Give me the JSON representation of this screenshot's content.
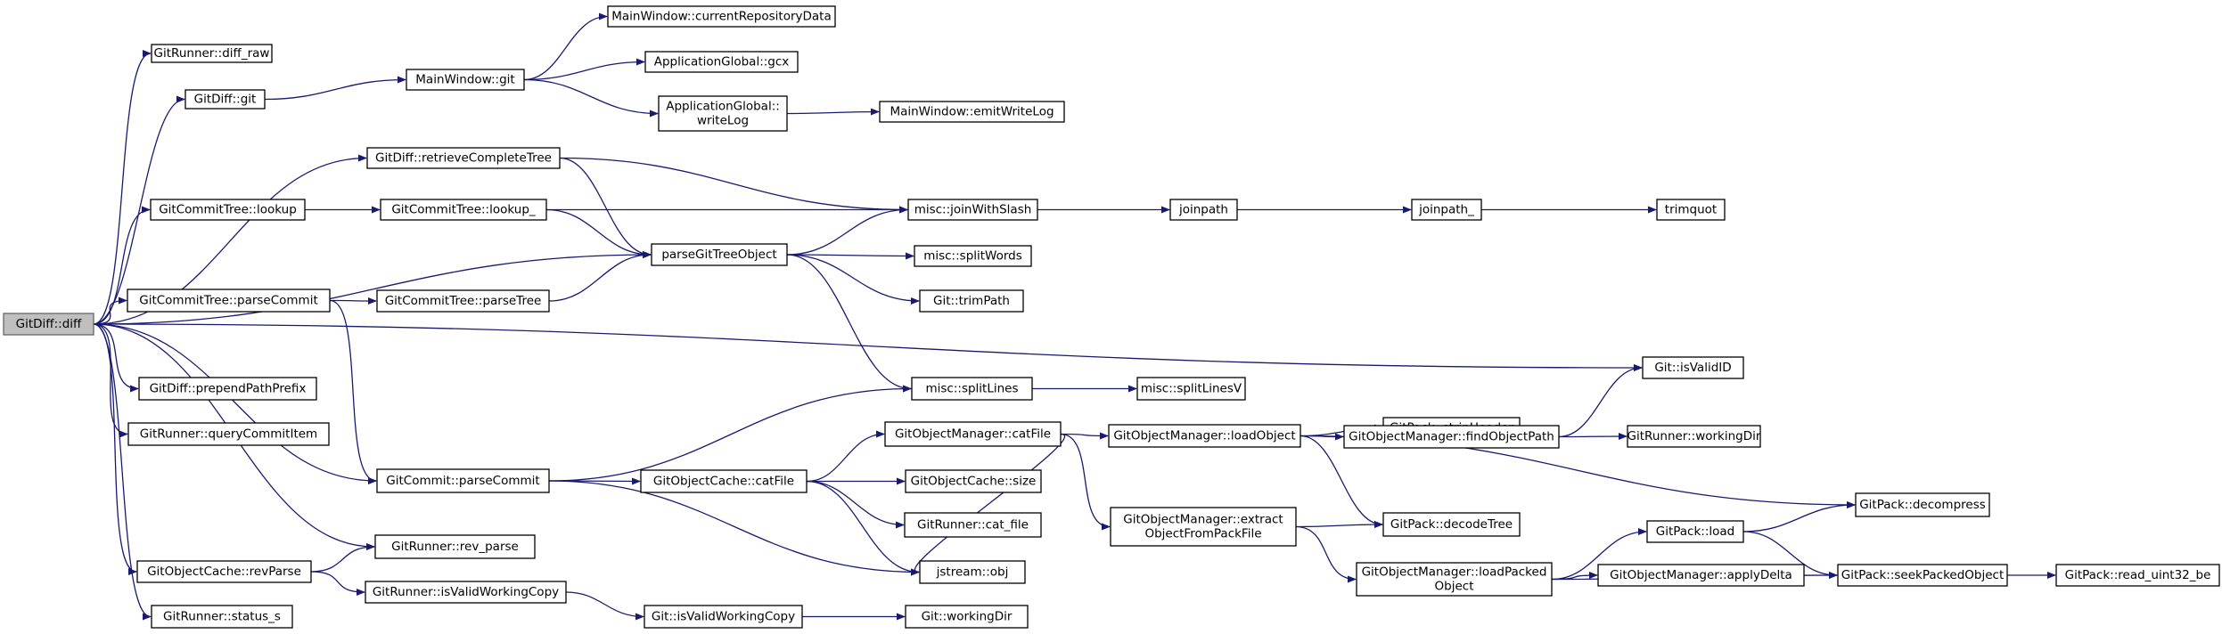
{
  "colors": {
    "edge": "#191970",
    "root_fill": "#bfbfbf",
    "node_fill": "#ffffff"
  },
  "nodes": [
    {
      "id": "diff",
      "lines": [
        "GitDiff::diff"
      ],
      "root": true
    },
    {
      "id": "diff_raw",
      "lines": [
        "GitRunner::diff_raw"
      ]
    },
    {
      "id": "gd_git",
      "lines": [
        "GitDiff::git"
      ]
    },
    {
      "id": "mw_git",
      "lines": [
        "MainWindow::git"
      ]
    },
    {
      "id": "mw_crd",
      "lines": [
        "MainWindow::currentRepositoryData"
      ]
    },
    {
      "id": "ag_gcx",
      "lines": [
        "ApplicationGlobal::gcx"
      ]
    },
    {
      "id": "ag_wl",
      "lines": [
        "ApplicationGlobal::",
        "writeLog"
      ]
    },
    {
      "id": "mw_ewl",
      "lines": [
        "MainWindow::emitWriteLog"
      ]
    },
    {
      "id": "gd_rct",
      "lines": [
        "GitDiff::retrieveCompleteTree"
      ]
    },
    {
      "id": "gct_lookup",
      "lines": [
        "GitCommitTree::lookup"
      ]
    },
    {
      "id": "gct_lookup_",
      "lines": [
        "GitCommitTree::lookup_"
      ]
    },
    {
      "id": "misc_jws",
      "lines": [
        "misc::joinWithSlash"
      ]
    },
    {
      "id": "joinpath",
      "lines": [
        "joinpath"
      ]
    },
    {
      "id": "joinpath_",
      "lines": [
        "joinpath_"
      ]
    },
    {
      "id": "trimquot",
      "lines": [
        "trimquot"
      ]
    },
    {
      "id": "pgto",
      "lines": [
        "parseGitTreeObject"
      ]
    },
    {
      "id": "misc_sw",
      "lines": [
        "misc::splitWords"
      ]
    },
    {
      "id": "git_tp",
      "lines": [
        "Git::trimPath"
      ]
    },
    {
      "id": "gct_pc",
      "lines": [
        "GitCommitTree::parseCommit"
      ]
    },
    {
      "id": "gct_pt",
      "lines": [
        "GitCommitTree::parseTree"
      ]
    },
    {
      "id": "git_isvalidid",
      "lines": [
        "Git::isValidID"
      ]
    },
    {
      "id": "gd_ppp",
      "lines": [
        "GitDiff::prependPathPrefix"
      ]
    },
    {
      "id": "misc_sl",
      "lines": [
        "misc::splitLines"
      ]
    },
    {
      "id": "misc_slv",
      "lines": [
        "misc::splitLinesV"
      ]
    },
    {
      "id": "gp_sh",
      "lines": [
        "GitPack::stripHeader"
      ]
    },
    {
      "id": "gr_qci",
      "lines": [
        "GitRunner::queryCommitItem"
      ]
    },
    {
      "id": "gom_cf",
      "lines": [
        "GitObjectManager::catFile"
      ]
    },
    {
      "id": "gom_lo",
      "lines": [
        "GitObjectManager::loadObject"
      ]
    },
    {
      "id": "gom_fop",
      "lines": [
        "GitObjectManager::findObjectPath"
      ]
    },
    {
      "id": "gr_wd",
      "lines": [
        "GitRunner::workingDir"
      ]
    },
    {
      "id": "gc_pc",
      "lines": [
        "GitCommit::parseCommit"
      ]
    },
    {
      "id": "goc_cf",
      "lines": [
        "GitObjectCache::catFile"
      ]
    },
    {
      "id": "goc_size",
      "lines": [
        "GitObjectCache::size"
      ]
    },
    {
      "id": "gp_decompress",
      "lines": [
        "GitPack::decompress"
      ]
    },
    {
      "id": "gom_eofpf",
      "lines": [
        "GitObjectManager::extract",
        "ObjectFromPackFile"
      ]
    },
    {
      "id": "gr_catfile",
      "lines": [
        "GitRunner::cat_file"
      ]
    },
    {
      "id": "gp_dt",
      "lines": [
        "GitPack::decodeTree"
      ]
    },
    {
      "id": "gr_rp",
      "lines": [
        "GitRunner::rev_parse"
      ]
    },
    {
      "id": "gp_load",
      "lines": [
        "GitPack::load"
      ]
    },
    {
      "id": "goc_rp",
      "lines": [
        "GitObjectCache::revParse"
      ]
    },
    {
      "id": "jstream_obj",
      "lines": [
        "jstream::obj"
      ]
    },
    {
      "id": "gom_lpo",
      "lines": [
        "GitObjectManager::loadPacked",
        "Object"
      ]
    },
    {
      "id": "gom_ad",
      "lines": [
        "GitObjectManager::applyDelta"
      ]
    },
    {
      "id": "gp_spo",
      "lines": [
        "GitPack::seekPackedObject"
      ]
    },
    {
      "id": "gp_ru32",
      "lines": [
        "GitPack::read_uint32_be"
      ]
    },
    {
      "id": "gr_ivwc",
      "lines": [
        "GitRunner::isValidWorkingCopy"
      ]
    },
    {
      "id": "gr_ss",
      "lines": [
        "GitRunner::status_s"
      ]
    },
    {
      "id": "git_ivwc",
      "lines": [
        "Git::isValidWorkingCopy"
      ]
    },
    {
      "id": "git_wd",
      "lines": [
        "Git::workingDir"
      ]
    }
  ],
  "edges": [
    [
      "diff",
      "diff_raw"
    ],
    [
      "diff",
      "gd_git"
    ],
    [
      "diff",
      "gd_rct"
    ],
    [
      "diff",
      "gct_lookup"
    ],
    [
      "diff",
      "pgto"
    ],
    [
      "diff",
      "gct_pc"
    ],
    [
      "diff",
      "git_isvalidid"
    ],
    [
      "diff",
      "gd_ppp"
    ],
    [
      "diff",
      "gr_qci"
    ],
    [
      "diff",
      "gc_pc"
    ],
    [
      "diff",
      "gr_rp"
    ],
    [
      "diff",
      "goc_rp"
    ],
    [
      "diff",
      "gr_ss"
    ],
    [
      "gd_git",
      "mw_git"
    ],
    [
      "mw_git",
      "mw_crd"
    ],
    [
      "mw_git",
      "ag_gcx"
    ],
    [
      "mw_git",
      "ag_wl"
    ],
    [
      "ag_wl",
      "mw_ewl"
    ],
    [
      "gd_rct",
      "misc_jws"
    ],
    [
      "gd_rct",
      "pgto"
    ],
    [
      "gct_lookup",
      "gct_lookup_"
    ],
    [
      "gct_lookup_",
      "misc_jws"
    ],
    [
      "gct_lookup_",
      "pgto"
    ],
    [
      "misc_jws",
      "joinpath"
    ],
    [
      "joinpath",
      "joinpath_"
    ],
    [
      "joinpath_",
      "trimquot"
    ],
    [
      "pgto",
      "misc_jws"
    ],
    [
      "pgto",
      "misc_sw"
    ],
    [
      "pgto",
      "git_tp"
    ],
    [
      "pgto",
      "misc_sl"
    ],
    [
      "gct_pc",
      "gct_pt"
    ],
    [
      "gct_pc",
      "gc_pc"
    ],
    [
      "gct_pt",
      "pgto"
    ],
    [
      "misc_sl",
      "misc_slv"
    ],
    [
      "gc_pc",
      "misc_sl"
    ],
    [
      "gc_pc",
      "goc_cf"
    ],
    [
      "gc_pc",
      "jstream_obj"
    ],
    [
      "goc_cf",
      "gom_cf"
    ],
    [
      "goc_cf",
      "goc_size"
    ],
    [
      "goc_cf",
      "gr_catfile"
    ],
    [
      "goc_cf",
      "jstream_obj"
    ],
    [
      "gom_cf",
      "gom_lo"
    ],
    [
      "gom_cf",
      "gom_eofpf"
    ],
    [
      "gom_cf",
      "jstream_obj"
    ],
    [
      "gom_lo",
      "gp_sh"
    ],
    [
      "gom_lo",
      "gom_fop"
    ],
    [
      "gom_lo",
      "gp_decompress"
    ],
    [
      "gom_lo",
      "gp_dt"
    ],
    [
      "gom_fop",
      "git_isvalidid"
    ],
    [
      "gom_fop",
      "gr_wd"
    ],
    [
      "gom_eofpf",
      "gp_dt"
    ],
    [
      "gom_eofpf",
      "gom_lpo"
    ],
    [
      "gom_lpo",
      "gp_load"
    ],
    [
      "gom_lpo",
      "gom_ad"
    ],
    [
      "gom_lpo",
      "gp_spo"
    ],
    [
      "gp_load",
      "gp_decompress"
    ],
    [
      "gp_load",
      "gp_spo"
    ],
    [
      "gp_spo",
      "gp_ru32"
    ],
    [
      "goc_rp",
      "gr_rp"
    ],
    [
      "goc_rp",
      "gr_ivwc"
    ],
    [
      "gr_ivwc",
      "git_ivwc"
    ],
    [
      "git_ivwc",
      "git_wd"
    ]
  ]
}
